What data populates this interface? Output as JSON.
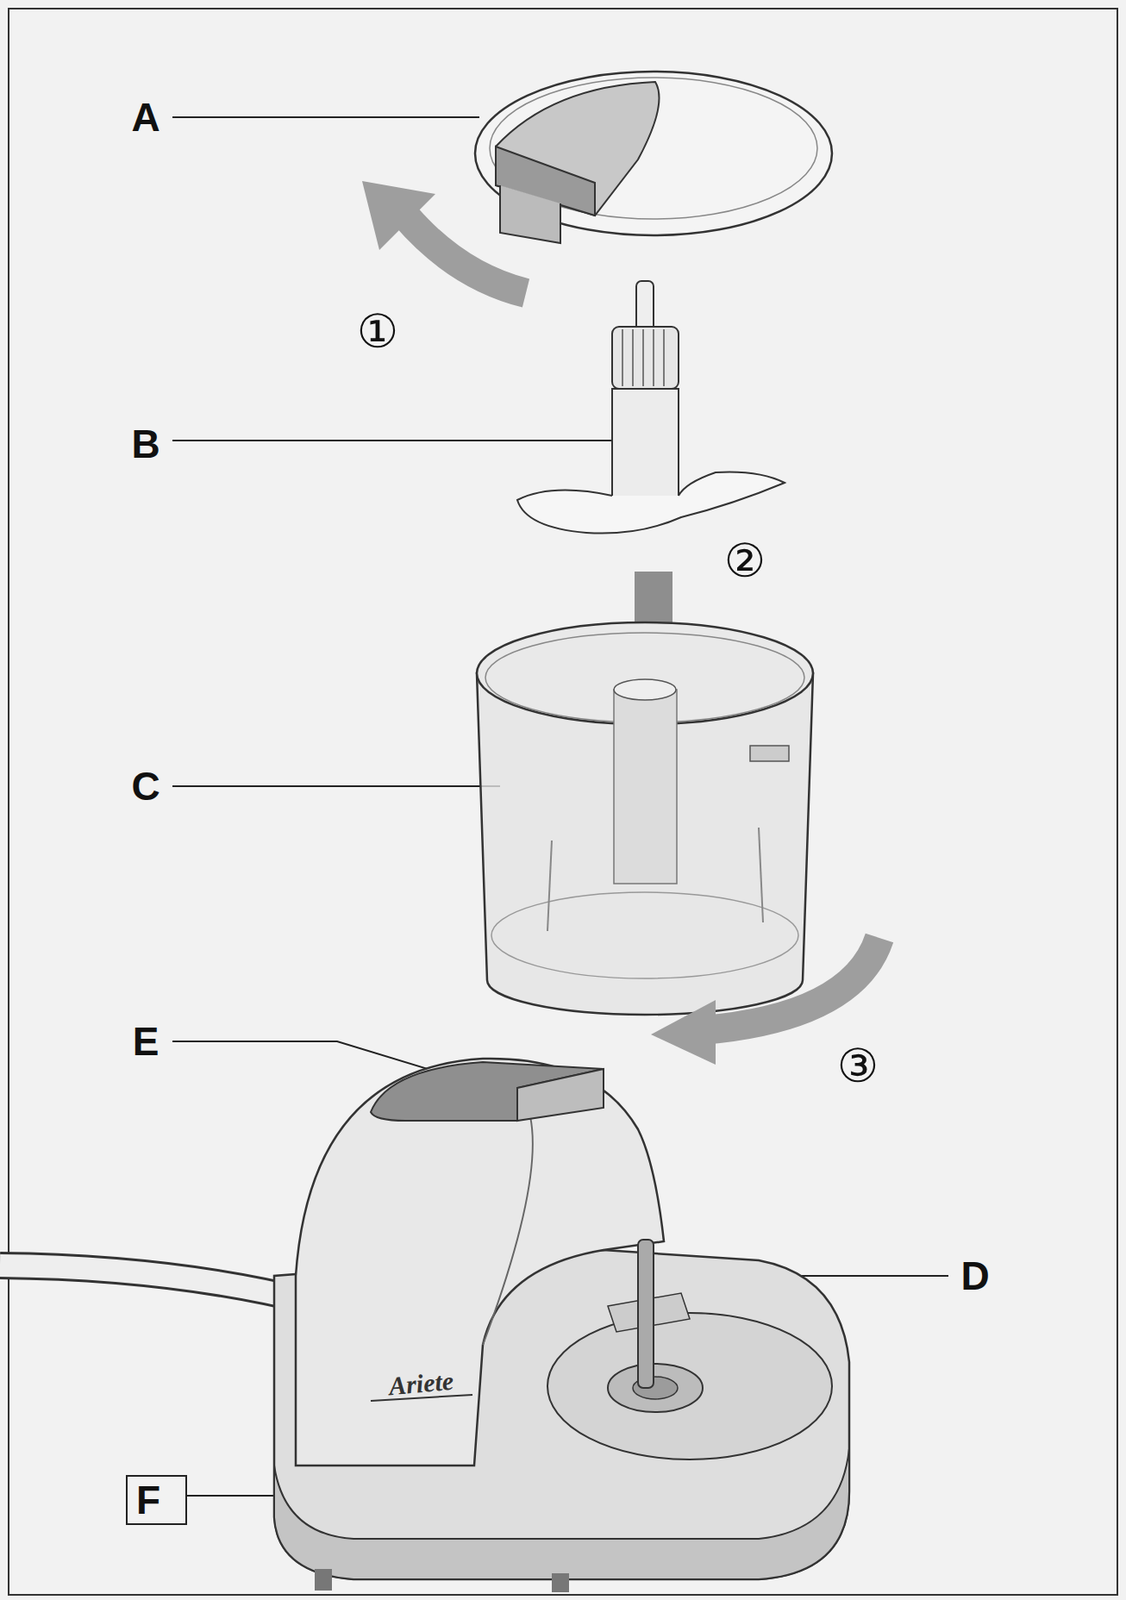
{
  "diagram": {
    "nodes": [
      {
        "text": [
          "F"
        ]
      }
    ],
    "labels": [
      "A",
      "B",
      "C",
      "E",
      "D",
      "①",
      "②",
      "③",
      "Ariete"
    ]
  }
}
